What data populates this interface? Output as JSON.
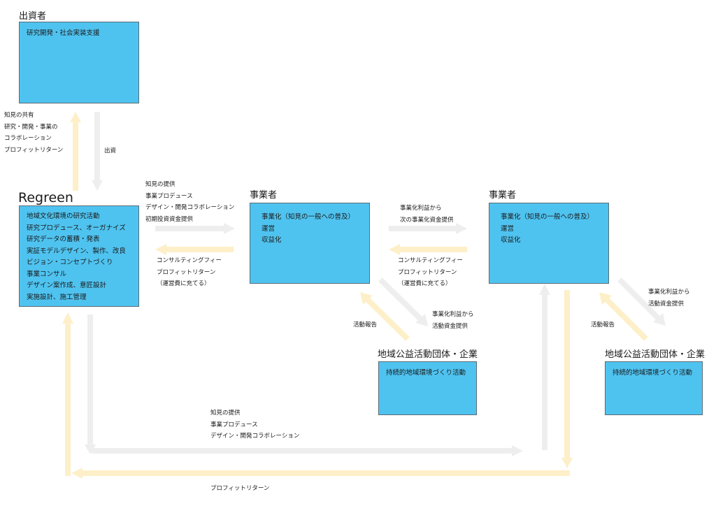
{
  "colors": {
    "box_fill": "#4fc3f0",
    "arrow_gray": "#eeeeee",
    "arrow_yellow": "#fdefc8"
  },
  "investor": {
    "title": "出資者",
    "lines": [
      "研究開発・社会実装支援"
    ]
  },
  "regreen": {
    "title": "Regreen",
    "lines": [
      "地域文化環境の研究活動",
      "研究プロデュース、オーガナイズ",
      "研究データの蓄積・発表",
      "実証モデルデザイン、製作、改良",
      "ビジョン・コンセプトづくり",
      "事業コンサル",
      "デザイン案作成、意匠設計",
      "実施設計、施工管理"
    ]
  },
  "business1": {
    "title": "事業者",
    "lines": [
      "事業化（知見の一般への普及）",
      "運営",
      "収益化"
    ]
  },
  "business2": {
    "title": "事業者",
    "lines": [
      "事業化（知見の一般への普及）",
      "運営",
      "収益化"
    ]
  },
  "community1": {
    "title": "地域公益活動団体・企業",
    "lines": [
      "持続的地域環境づくり活動"
    ]
  },
  "community2": {
    "title": "地域公益活動団体・企業",
    "lines": [
      "持続的地域環境づくり活動"
    ]
  },
  "labels": {
    "knowledge_share": [
      "知見の共有",
      "研究・開発・事業の",
      "コラボレーション",
      "プロフィットリターン"
    ],
    "investment": [
      "出資"
    ],
    "provide_r2b": [
      "知見の提供",
      "事業プロデュース",
      "デザイン・開発コラボレーション",
      "初期投資資金提供"
    ],
    "consult_b2r": [
      "コンサルティングフィー",
      "プロフィットリターン",
      "（運営費に充てる）"
    ],
    "biz_to_biz": [
      "事業化利益から",
      "次の事業化資金提供"
    ],
    "consult_b2b": [
      "コンサルティングフィー",
      "プロフィットリターン",
      "（運営費に充てる）"
    ],
    "funding1": [
      "事業化利益から",
      "活動資金提供"
    ],
    "report1": [
      "活動報告"
    ],
    "funding2": [
      "事業化利益から",
      "活動資金提供"
    ],
    "report2": [
      "活動報告"
    ],
    "bottom_provide": [
      "知見の提供",
      "事業プロデュース",
      "デザイン・開発コラボレーション"
    ],
    "bottom_return": [
      "プロフィットリターン"
    ]
  }
}
